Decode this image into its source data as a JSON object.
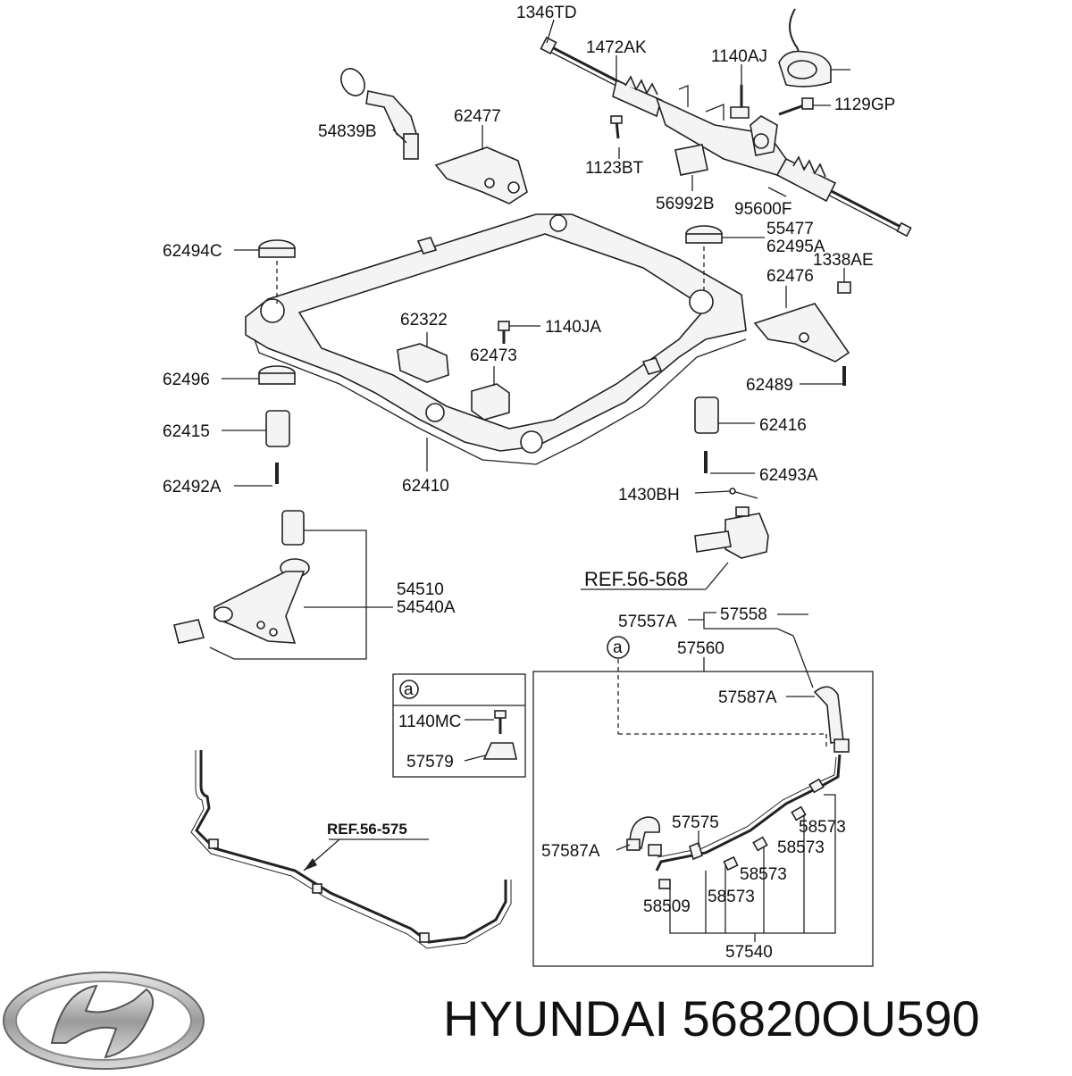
{
  "labels": {
    "l1346TD": "1346TD",
    "l1472AK": "1472AK",
    "l1140AJ": "1140AJ",
    "l1129GP": "1129GP",
    "l54839B": "54839B",
    "l62477": "62477",
    "l1123BT": "1123BT",
    "l56992B": "56992B",
    "l95600F": "95600F",
    "l62494C": "62494C",
    "l55477": "55477",
    "l62495A": "62495A",
    "l1338AE": "1338AE",
    "l62476": "62476",
    "l62322": "62322",
    "l1140JA": "1140JA",
    "l62473": "62473",
    "l62496": "62496",
    "l62489": "62489",
    "l62415": "62415",
    "l62416": "62416",
    "l62492A": "62492A",
    "l62410": "62410",
    "l62493A": "62493A",
    "l1430BH": "1430BH",
    "l54510": "54510",
    "l54540A": "54540A",
    "l57557A": "57557A",
    "l57558": "57558",
    "l57560": "57560",
    "l57587A_top": "57587A",
    "l1140MC": "1140MC",
    "l57579": "57579",
    "l57575": "57575",
    "l57587A_bottom": "57587A",
    "l58573_1": "58573",
    "l58573_2": "58573",
    "l58573_3": "58573",
    "l58573_4": "58573",
    "l58509": "58509",
    "l57540": "57540"
  },
  "refs": {
    "ref56568": "REF.56-568",
    "ref56575": "REF.56-575"
  },
  "callouts": {
    "a_main": "a",
    "a_box": "a"
  },
  "brand": {
    "logo_name": "hyundai-logo",
    "text": "HYUNDAI 56820OU590"
  }
}
